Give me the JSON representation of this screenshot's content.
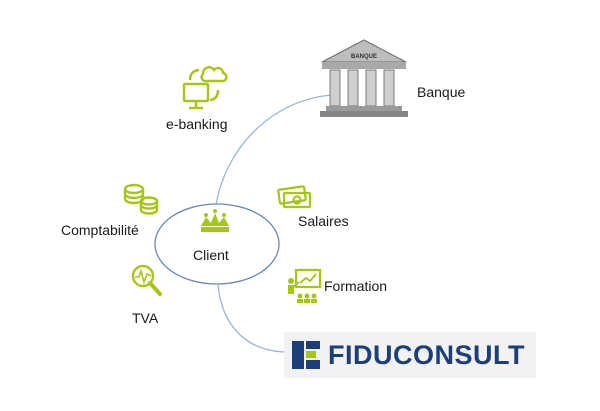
{
  "diagram": {
    "center_label": "Client",
    "nodes": {
      "ebanking": "e-banking",
      "banque": "Banque",
      "comptabilite": "Comptabilité",
      "salaires": "Salaires",
      "formation": "Formation",
      "tva": "TVA"
    },
    "bank_sign": "BANQUE",
    "logo": {
      "part1": "FIDU",
      "part2": "CONSULT"
    }
  },
  "colors": {
    "icon_green": "#a6c615",
    "line_blue": "#9fb5d6",
    "ellipse_stroke": "#6f88b8",
    "logo_blue": "#1c3f7a"
  },
  "icons": {
    "ebanking": "computer-cloud-sync-icon",
    "banque": "bank-building-icon",
    "comptabilite": "coins-stack-icon",
    "salaires": "banknotes-icon",
    "formation": "presentation-board-icon",
    "tva": "magnifier-chart-icon",
    "center": "crown-icon"
  }
}
